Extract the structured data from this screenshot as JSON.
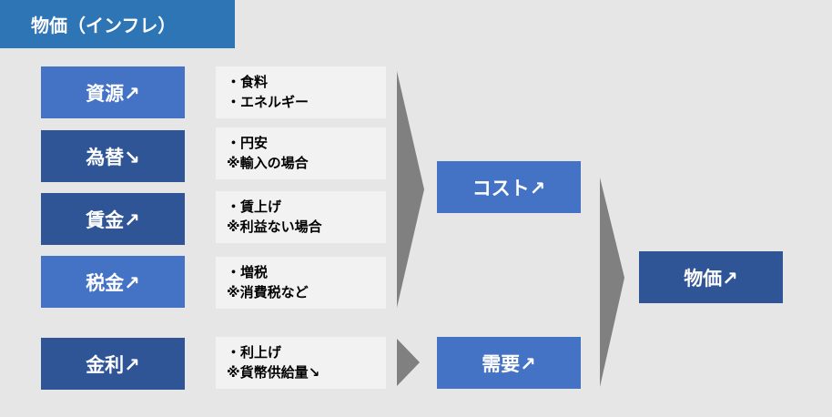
{
  "title": "物価（インフレ）",
  "factors": [
    {
      "label": "資源↗",
      "notes": [
        "・食料",
        "・エネルギー"
      ]
    },
    {
      "label": "為替↘",
      "notes": [
        "・円安",
        "※輸入の場合"
      ]
    },
    {
      "label": "賃金↗",
      "notes": [
        "・賃上げ",
        "※利益ない場合"
      ]
    },
    {
      "label": "税金↗",
      "notes": [
        "・増税",
        "※消費税など"
      ]
    },
    {
      "label": "金利↗",
      "notes": [
        "・利上げ",
        "※貨幣供給量↘"
      ]
    }
  ],
  "cost_label": "コスト↗",
  "demand_label": "需要↗",
  "result_label": "物価↗",
  "colors": {
    "title_bg": "#2e75b6",
    "box_light": "#4472c4",
    "box_dark": "#2f5597",
    "note_bg": "#f2f2f2",
    "arrow": "#808080",
    "background": "#e6e6e6"
  }
}
